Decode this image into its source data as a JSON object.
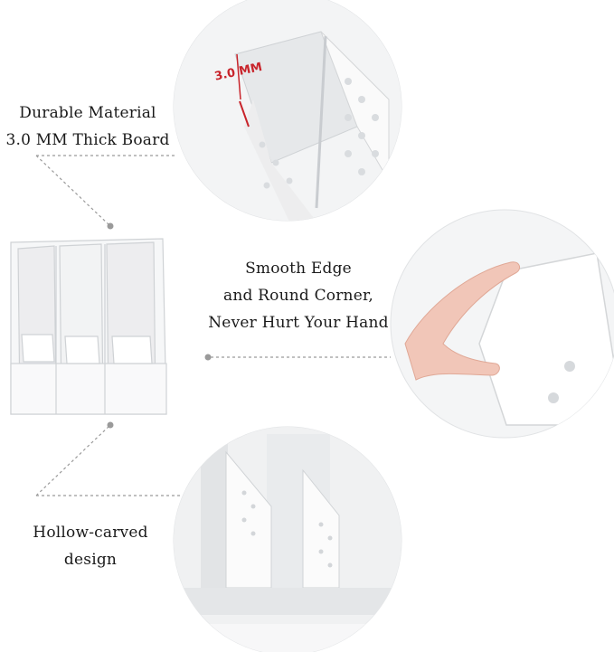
{
  "captions": {
    "material": {
      "line1": "Durable Material",
      "line2": "3.0 MM Thick Board"
    },
    "edge": {
      "line1": "Smooth Edge",
      "line2": "and Round Corner,",
      "line3": "Never Hurt Your Hand"
    },
    "hollow": {
      "line1": "Hollow-carved",
      "line2": "design"
    }
  },
  "badge": {
    "measurement": "3.0 MM"
  },
  "colors": {
    "background": "#ffffff",
    "product": "#f2f3f4",
    "outline": "#d4d6d8",
    "accent": "#c8242b",
    "text": "#1a1a1a"
  }
}
